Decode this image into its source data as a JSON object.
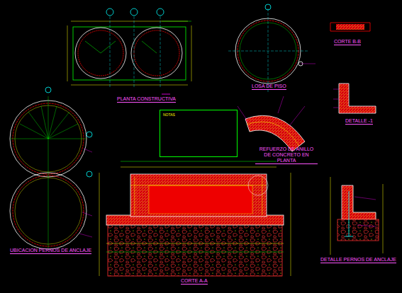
{
  "diagram": {
    "nodes": [
      {
        "text": [
          "NOTAS"
        ]
      }
    ],
    "labels": [
      "PLANTA CONSTRUCTIVA",
      "LOSA DE PISO",
      "CORTE B-B",
      "DETALLE -1",
      "REFUERZO DE ANILLO DE CONCRETO EN PLANTA",
      "UBICACION PERNOS DE ANCLAJE",
      "CORTE A-A",
      "DETALLE PERNOS DE ANCLAJE"
    ]
  }
}
